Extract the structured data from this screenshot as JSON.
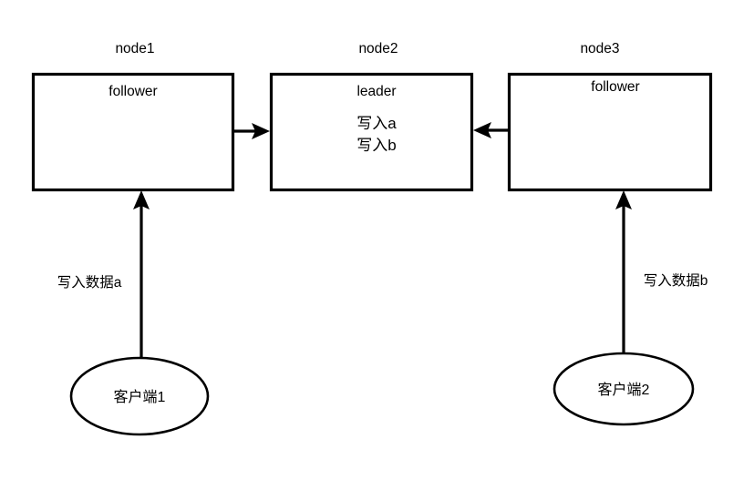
{
  "diagram": {
    "title": "",
    "background_color": "#ffffff",
    "stroke_color": "#000000",
    "nodes": [
      {
        "id": "node1",
        "title": "node1",
        "role": "follower",
        "entries": []
      },
      {
        "id": "node2",
        "title": "node2",
        "role": "leader",
        "entries": [
          "写入a",
          "写入b"
        ]
      },
      {
        "id": "node3",
        "title": "node3",
        "role": "follower",
        "entries": []
      }
    ],
    "clients": [
      {
        "id": "client1",
        "label": "客户端1"
      },
      {
        "id": "client2",
        "label": "客户端2"
      }
    ],
    "edges": [
      {
        "id": "edge-node1-node2",
        "from": "node1",
        "to": "node2",
        "label": ""
      },
      {
        "id": "edge-node3-node2",
        "from": "node3",
        "to": "node2",
        "label": ""
      },
      {
        "id": "edge-client1-node1",
        "from": "client1",
        "to": "node1",
        "label": "写入数据a"
      },
      {
        "id": "edge-client2-node3",
        "from": "client2",
        "to": "node3",
        "label": "写入数据b"
      }
    ]
  }
}
